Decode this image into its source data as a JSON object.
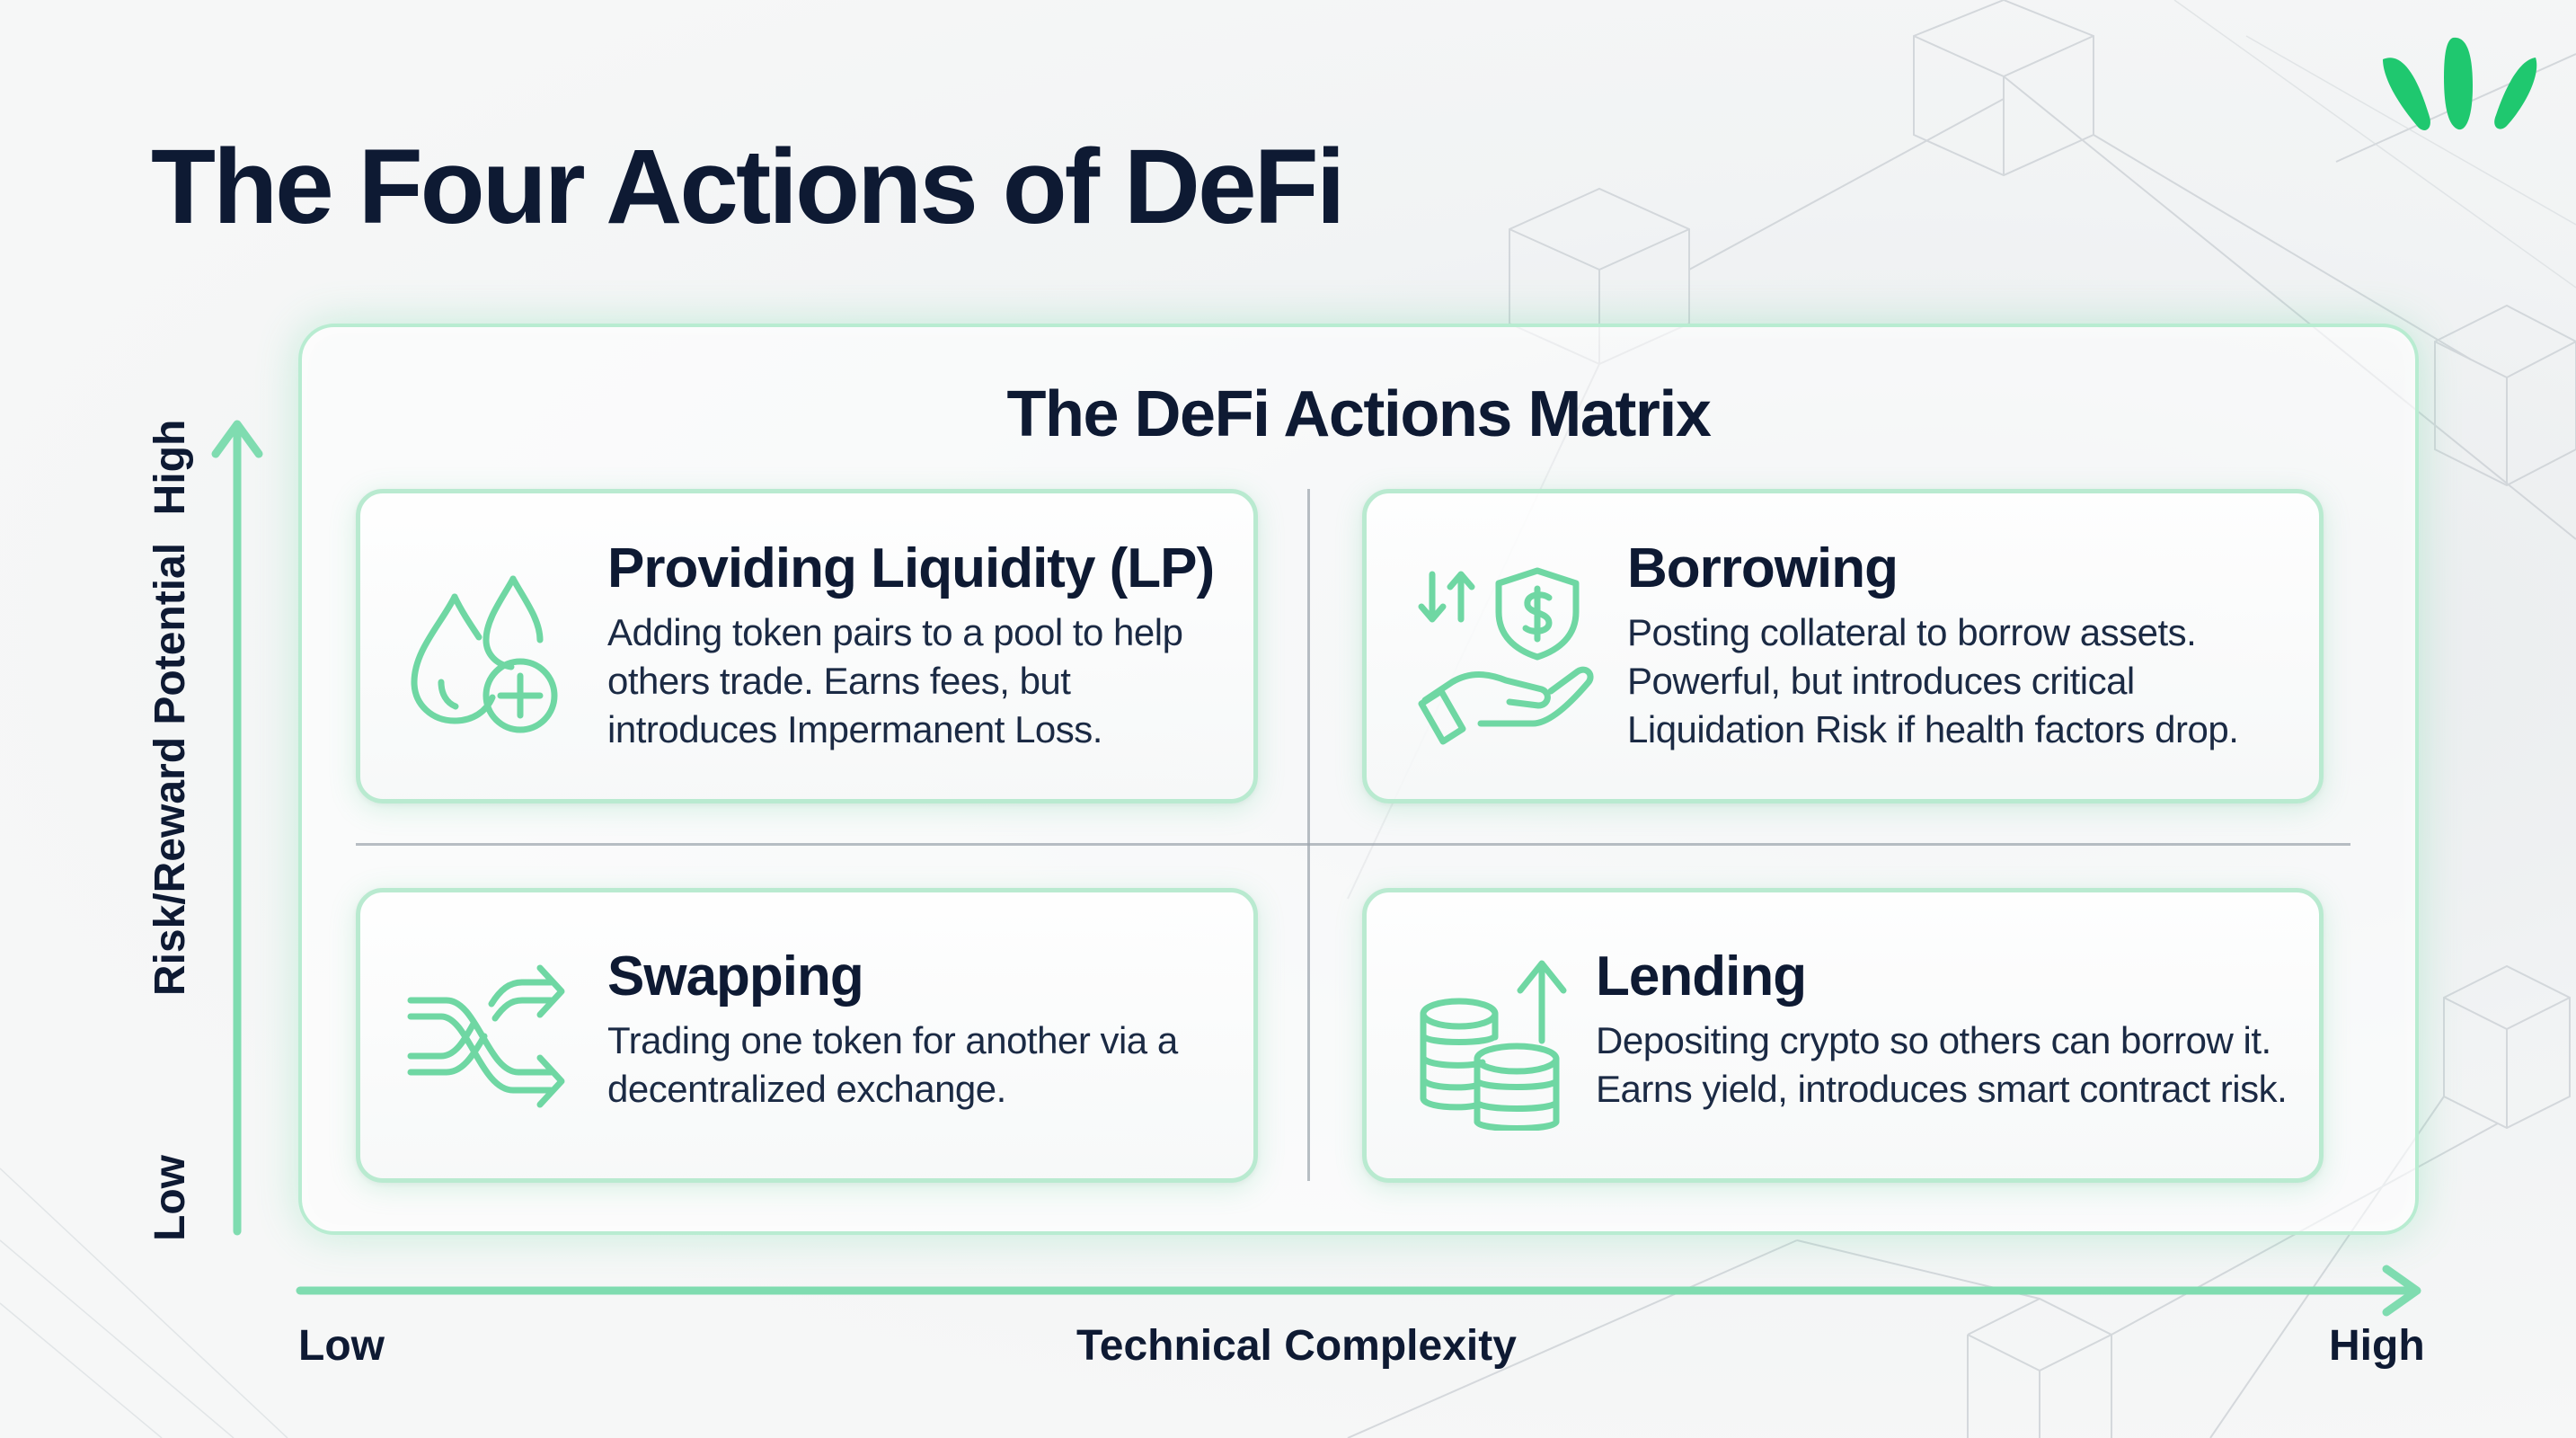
{
  "slide": {
    "title": "The Four Actions of DeFi"
  },
  "matrix": {
    "title": "The DeFi Actions Matrix",
    "accent_color": "#4fd194",
    "quadrants": {
      "top_left": {
        "title": "Providing Liquidity (LP)",
        "icon": "droplets-plus-icon",
        "description": [
          "Adding token pairs to a pool to help",
          "others trade. Earns fees, but",
          "introduces Impermanent Loss."
        ]
      },
      "top_right": {
        "title": "Borrowing",
        "icon": "hand-shield-dollar-icon",
        "description": [
          "Posting collateral to borrow assets.",
          "Powerful, but introduces critical",
          "Liquidation Risk if health factors drop."
        ]
      },
      "bottom_left": {
        "title": "Swapping",
        "icon": "shuffle-arrows-icon",
        "description": [
          "Trading one token for another via a",
          "decentralized exchange."
        ]
      },
      "bottom_right": {
        "title": "Lending",
        "icon": "coins-arrow-up-icon",
        "description": [
          "Depositing crypto so others can borrow it.",
          "Earns yield, introduces smart contract risk."
        ]
      }
    }
  },
  "axes": {
    "y": {
      "label": "Risk/Reward Potential",
      "low": "Low",
      "high": "High"
    },
    "x": {
      "label": "Technical Complexity",
      "low": "Low",
      "high": "High"
    }
  }
}
